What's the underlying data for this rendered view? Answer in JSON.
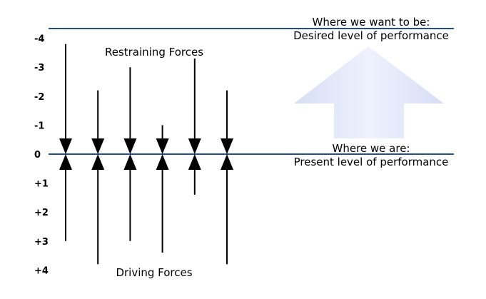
{
  "diagram": {
    "scale_labels": [
      "-4",
      "-3",
      "-2",
      "-1",
      "0",
      "+1",
      "+2",
      "+3",
      "+4"
    ],
    "desired": {
      "line1": "Where we want to be:",
      "line2": "Desired level of performance"
    },
    "present": {
      "line1": "Where we are:",
      "line2": "Present level of performance"
    },
    "restraining_label": "Restraining Forces",
    "driving_label": "Driving Forces",
    "restraining_forces": [
      -3.8,
      -2.2,
      -3.0,
      -1.0,
      -3.3,
      -2.2
    ],
    "driving_forces": [
      3.0,
      3.8,
      3.0,
      3.4,
      1.4,
      3.8
    ],
    "colors": {
      "line": "#1d4f9c",
      "arrow": "#000000",
      "big_arrow_light": "#eef2fd",
      "big_arrow_mid": "#d6def5"
    }
  }
}
